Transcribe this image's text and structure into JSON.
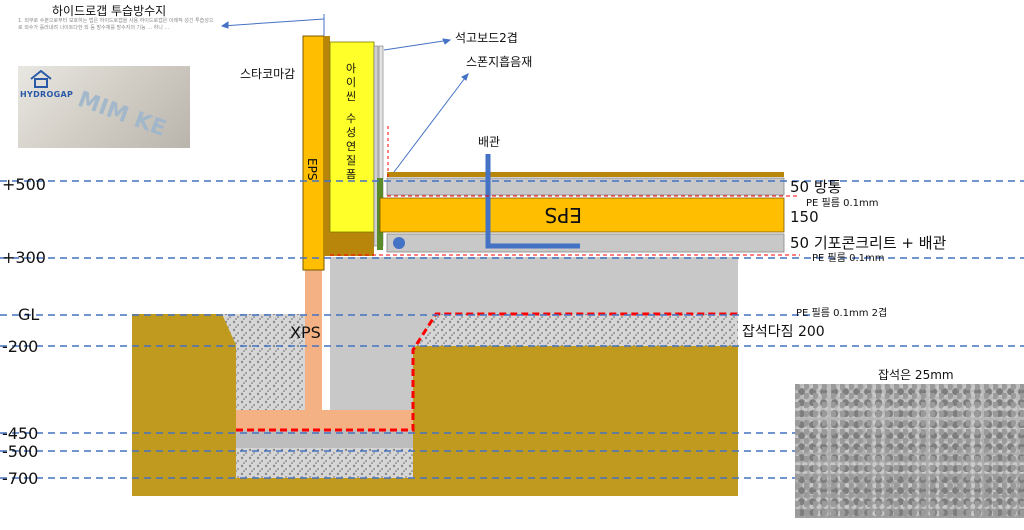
{
  "panel": {
    "title": "하이드로갭 투습방수지",
    "body": "1. 외부로 수분으로부터 보호하는 법은 하이드로갭을 사용 하이드로갭은 이례적 성긴 투습성으로 외수가 흘러내려 나이트다한 외 등 방수재를 방수지의 기능 ... 하니 ...",
    "logo_text": "HYDROGAP",
    "watermark_text": "MIM KE"
  },
  "materials": {
    "stucco": "스타코마감",
    "isocyanate": "아이씬\n수성연질폼",
    "gypsum": "석고보드2겹",
    "sponge": "스폰지흡음재",
    "pipe": "배관",
    "eps_wall": "EPS",
    "eps_floor": "EPS",
    "xps": "XPS"
  },
  "layers": {
    "protect": "50 방통",
    "pe_top": "PE 필름 0.1mm",
    "eps_thick": "150",
    "base_concrete": "50 기포콘크리트 + 배관",
    "pe_bottom": "PE 필름 0.1mm",
    "pe_double": "PE 필름 0.1mm 2겹",
    "crushed": "잡석다짐 200"
  },
  "levels": [
    "+500",
    "+300",
    "GL",
    "-200",
    "-450",
    "-500",
    "-700"
  ],
  "gravel_photo": {
    "caption": "잡석은 25mm"
  },
  "colors": {
    "soil": "#c09a1e",
    "eps": "#ffbf00",
    "isocyanate": "#ffff2a",
    "concrete": "#c8c8c8",
    "xps": "#f4b183",
    "pipe": "#4472c4",
    "dashed_level": "#4472c4",
    "pe_red": "#ff0000"
  }
}
